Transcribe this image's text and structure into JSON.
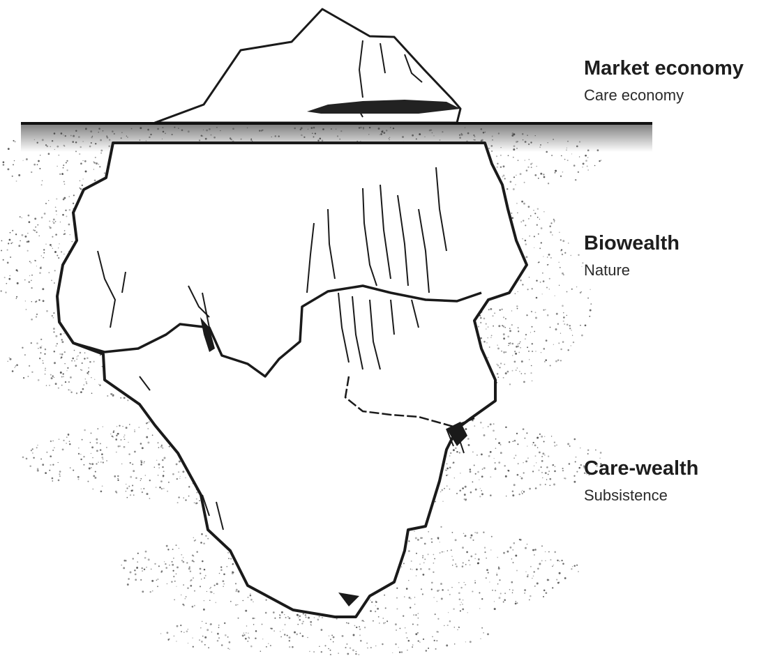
{
  "labels": {
    "market": {
      "title": "Market economy",
      "subtitle": "Care economy"
    },
    "biowealth": {
      "title": "Biowealth",
      "subtitle": "Nature"
    },
    "carewealth": {
      "title": "Care-wealth",
      "subtitle": "Subsistence"
    }
  },
  "colors": {
    "ink": "#1a1a1a",
    "ice": "#ffffff",
    "stipple": "#3a3a3a"
  }
}
